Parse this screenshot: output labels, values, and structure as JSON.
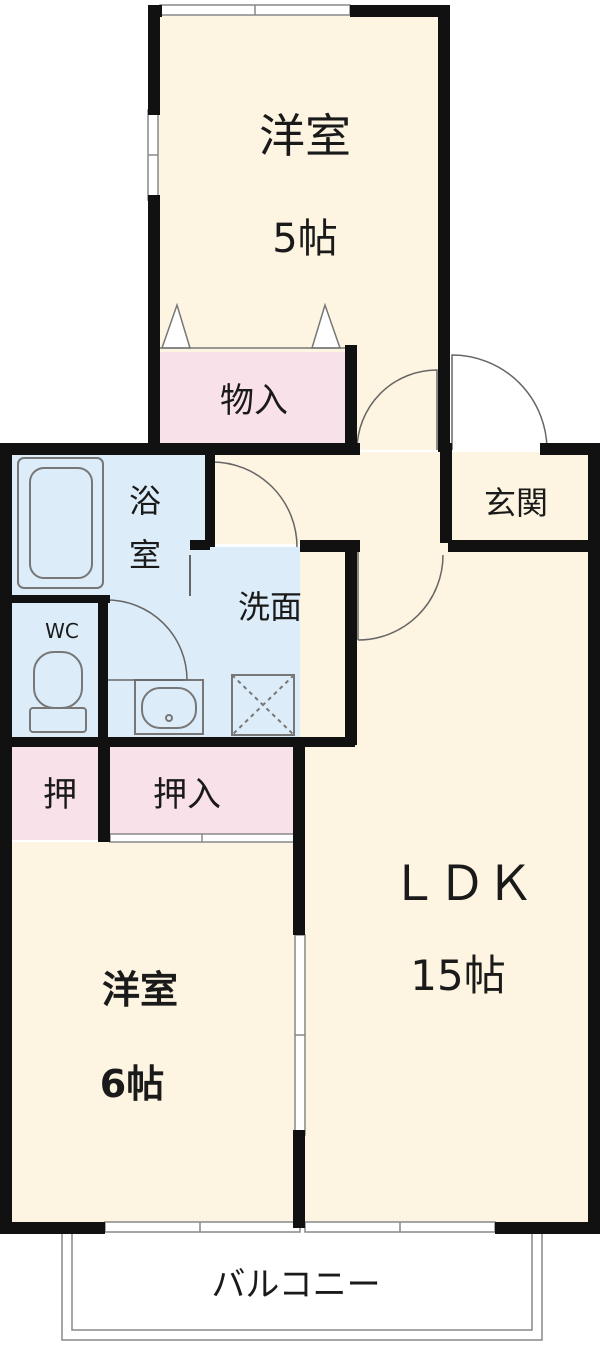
{
  "rooms": {
    "western_north": {
      "name": "洋室",
      "size": "5帖"
    },
    "storage_north": {
      "name": "物入"
    },
    "entrance": {
      "name": "玄関"
    },
    "bath": {
      "name_line1": "浴",
      "name_line2": "室"
    },
    "wc": {
      "name": "WC"
    },
    "washroom": {
      "name": "洗面"
    },
    "closet_small": {
      "name": "押"
    },
    "closet": {
      "name": "押入"
    },
    "western_south": {
      "name": "洋室",
      "size": "6帖"
    },
    "ldk": {
      "name": "ＬＤＫ",
      "size": "15帖"
    },
    "balcony": {
      "name": "バルコニー"
    }
  },
  "colors": {
    "room_fill": "#fdf4e1",
    "storage_fill": "#f9e1e9",
    "wet_fill": "#dcecf8",
    "wall": "#111111",
    "fixture_line": "#777777"
  }
}
